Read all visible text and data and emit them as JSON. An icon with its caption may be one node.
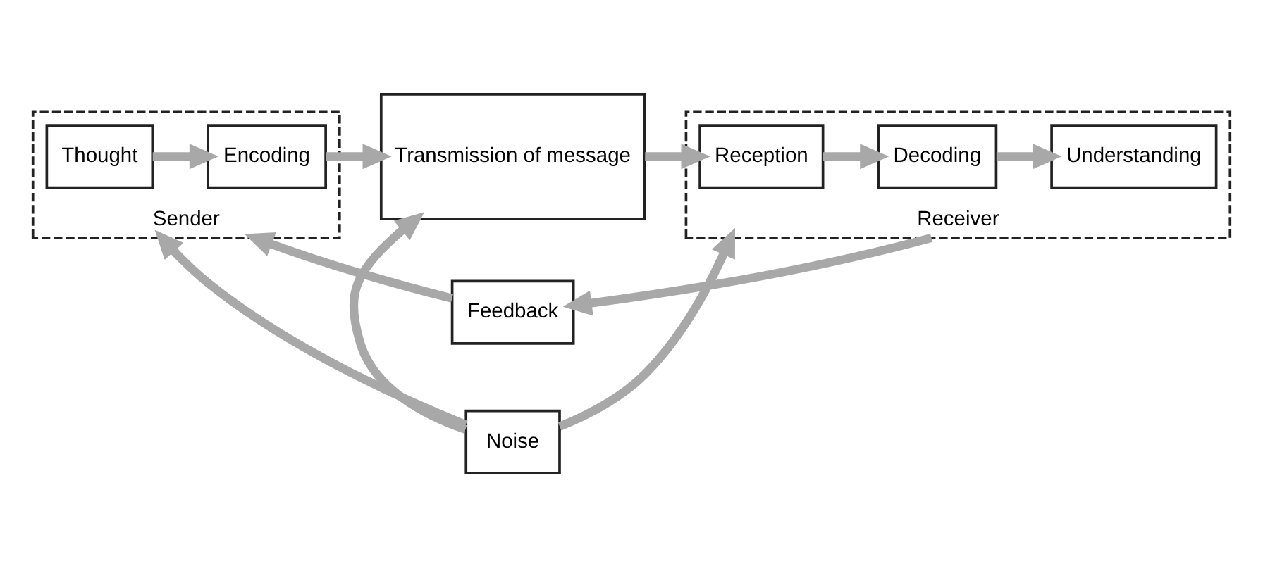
{
  "diagram": {
    "nodes": [
      {
        "text": [
          "Sender"
        ]
      },
      {
        "text": [
          "Thought"
        ],
        "in": 0
      },
      {
        "text": [
          "Encoding"
        ],
        "in": 0
      },
      {
        "text": [
          "Transmission of message"
        ]
      },
      {
        "text": [
          "Receiver"
        ]
      },
      {
        "text": [
          "Reception"
        ],
        "in": 4
      },
      {
        "text": [
          "Decoding"
        ],
        "in": 4
      },
      {
        "text": [
          "Understanding"
        ],
        "in": 4
      },
      {
        "text": [
          "Feedback"
        ]
      },
      {
        "text": [
          "Noise"
        ]
      }
    ],
    "edges": [
      {
        "from": 1,
        "to": 2,
        "arrow": "to"
      },
      {
        "from": 2,
        "to": 3,
        "arrow": "to"
      },
      {
        "from": 3,
        "to": 5,
        "arrow": "to"
      },
      {
        "from": 5,
        "to": 6,
        "arrow": "to"
      },
      {
        "from": 6,
        "to": 7,
        "arrow": "to"
      },
      {
        "from": 4,
        "to": 8,
        "arrow": "to"
      },
      {
        "from": 8,
        "to": 0,
        "arrow": "to"
      },
      {
        "from": 9,
        "to": 0,
        "arrow": "to"
      },
      {
        "from": 9,
        "to": 3,
        "arrow": "to"
      },
      {
        "from": 9,
        "to": 4,
        "arrow": "to"
      }
    ]
  }
}
